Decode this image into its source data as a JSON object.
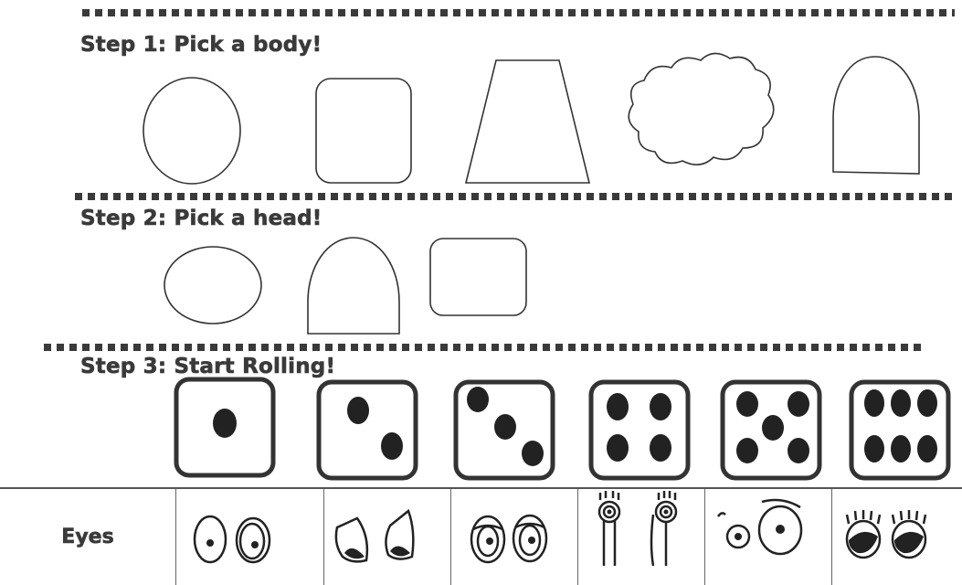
{
  "steps": [
    {
      "title": "Step 1: Pick a body!",
      "options": [
        "oval",
        "rounded-square",
        "trapezoid",
        "cloud",
        "arch"
      ]
    },
    {
      "title": "Step 2: Pick a head!",
      "options": [
        "oval",
        "arch",
        "rounded-square"
      ]
    },
    {
      "title": "Step 3: Start Rolling!",
      "dice": [
        1,
        2,
        3,
        4,
        5,
        6
      ]
    }
  ],
  "table": {
    "row_label": "Eyes",
    "cells": [
      "round-eyes",
      "pointed-eyes",
      "sleepy-eyes",
      "stalk-eyes",
      "mismatched-eyes",
      "lashed-eyes"
    ]
  }
}
